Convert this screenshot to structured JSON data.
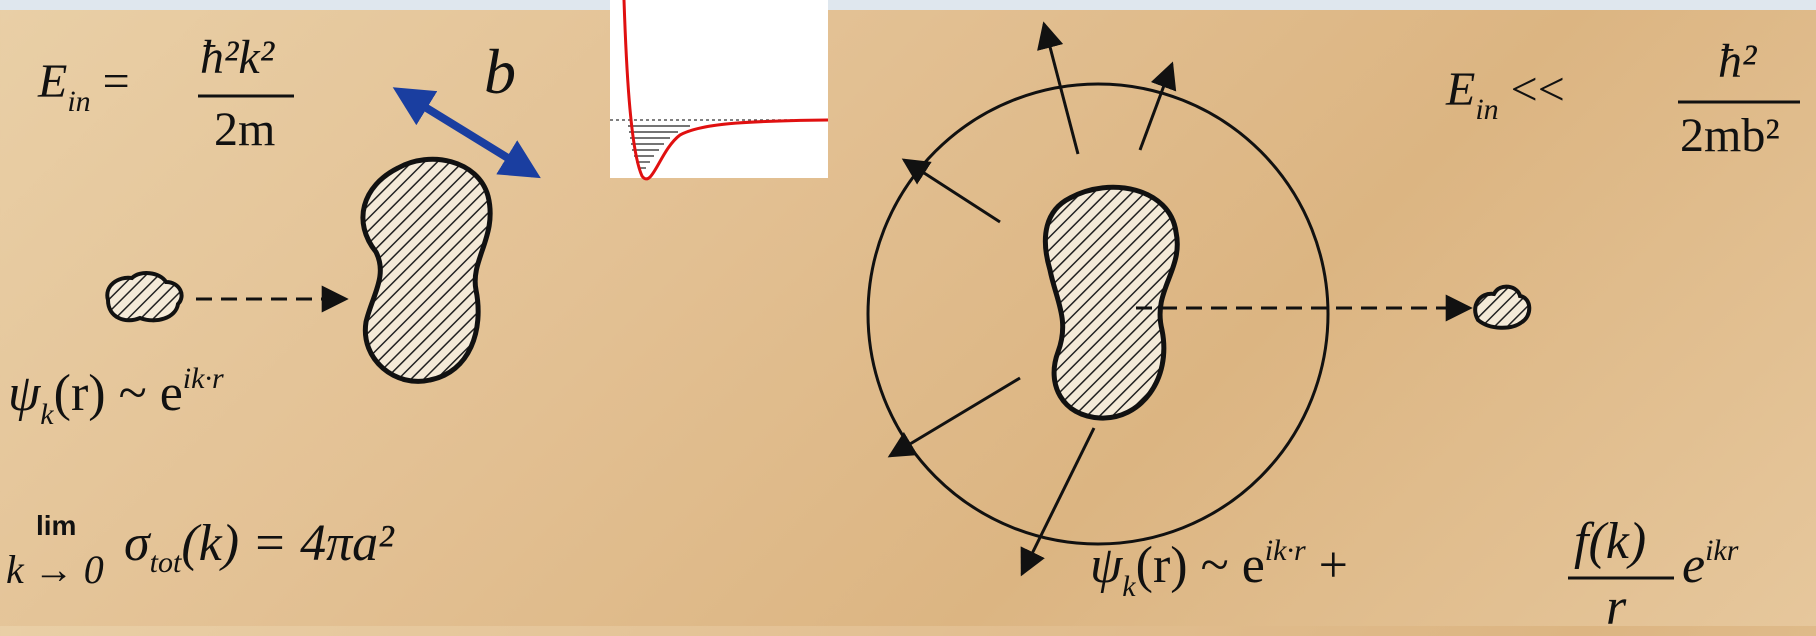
{
  "left_panel": {
    "energy_lhs": "E",
    "energy_sub": "in",
    "energy_num": "ħ²k²",
    "energy_den": "2m",
    "wave_lhs": "ψ",
    "wave_sub": "k",
    "wave_arg": "(r) ~ e",
    "wave_exp": "ik·r",
    "limit_word": "lim",
    "limit_under": "k → 0",
    "sigma": "σ",
    "sigma_sub": "tot",
    "sigma_rhs": "(k) = 4πa²",
    "range_label": "b"
  },
  "right_panel": {
    "energy_lhs": "E",
    "energy_sub": "in",
    "energy_rel": "<<",
    "energy_num": "ħ²",
    "energy_den": "2mb²",
    "wave_lhs": "ψ",
    "wave_sub": "k",
    "wave_mid": "(r) ~ e",
    "wave_exp1": "ik·r",
    "wave_plus": "+",
    "frac_num": "f(k)",
    "frac_den": "r",
    "wave_tail": "e",
    "wave_exp2": "ikr"
  },
  "colors": {
    "background": "#e3c194",
    "arrow_blue": "#1a3ea0",
    "potential_red": "#e01010",
    "ink": "#111111"
  }
}
